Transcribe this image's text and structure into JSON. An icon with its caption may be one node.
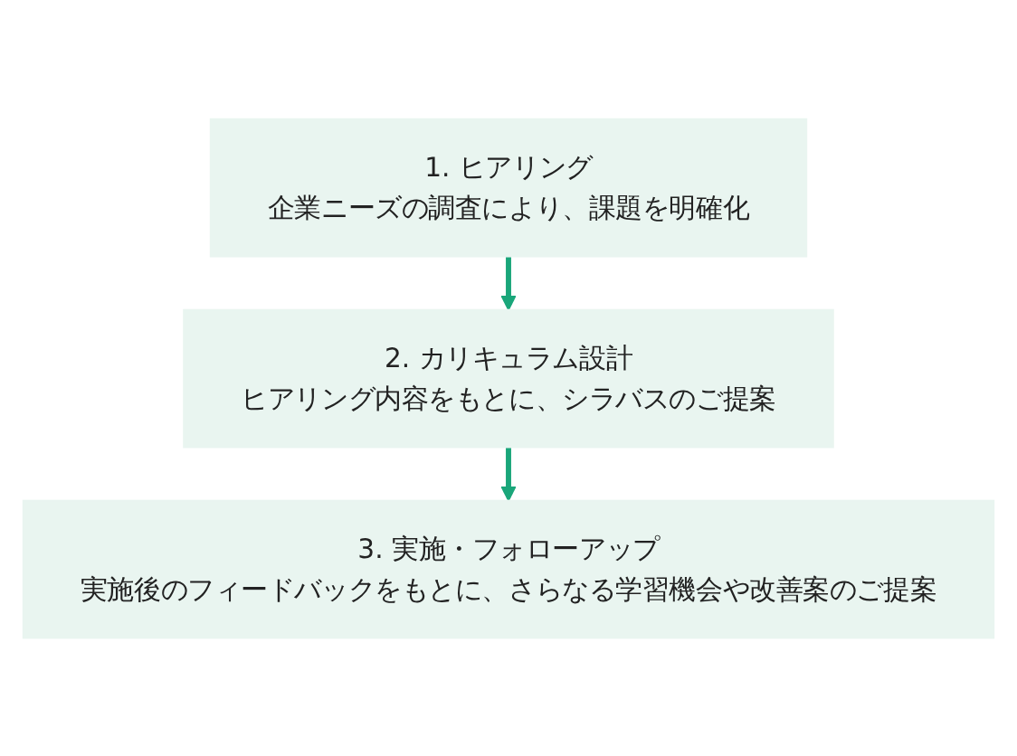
{
  "diagram": {
    "nodes": [
      {
        "text": [
          "1.  ヒアリング",
          "企業ニーズの調査により、課題を明確化"
        ]
      },
      {
        "text": [
          "2.  カリキュラム設計",
          "ヒアリング内容をもとに、シラバスのご提案"
        ]
      },
      {
        "text": [
          "3.  実施・フォローアップ",
          "実施後のフィードバックをもとに、さらなる学習機会や改善案のご提案"
        ]
      }
    ],
    "edges": [
      {
        "from": 0,
        "to": 1,
        "arrow": "to"
      },
      {
        "from": 1,
        "to": 2,
        "arrow": "to"
      }
    ]
  }
}
